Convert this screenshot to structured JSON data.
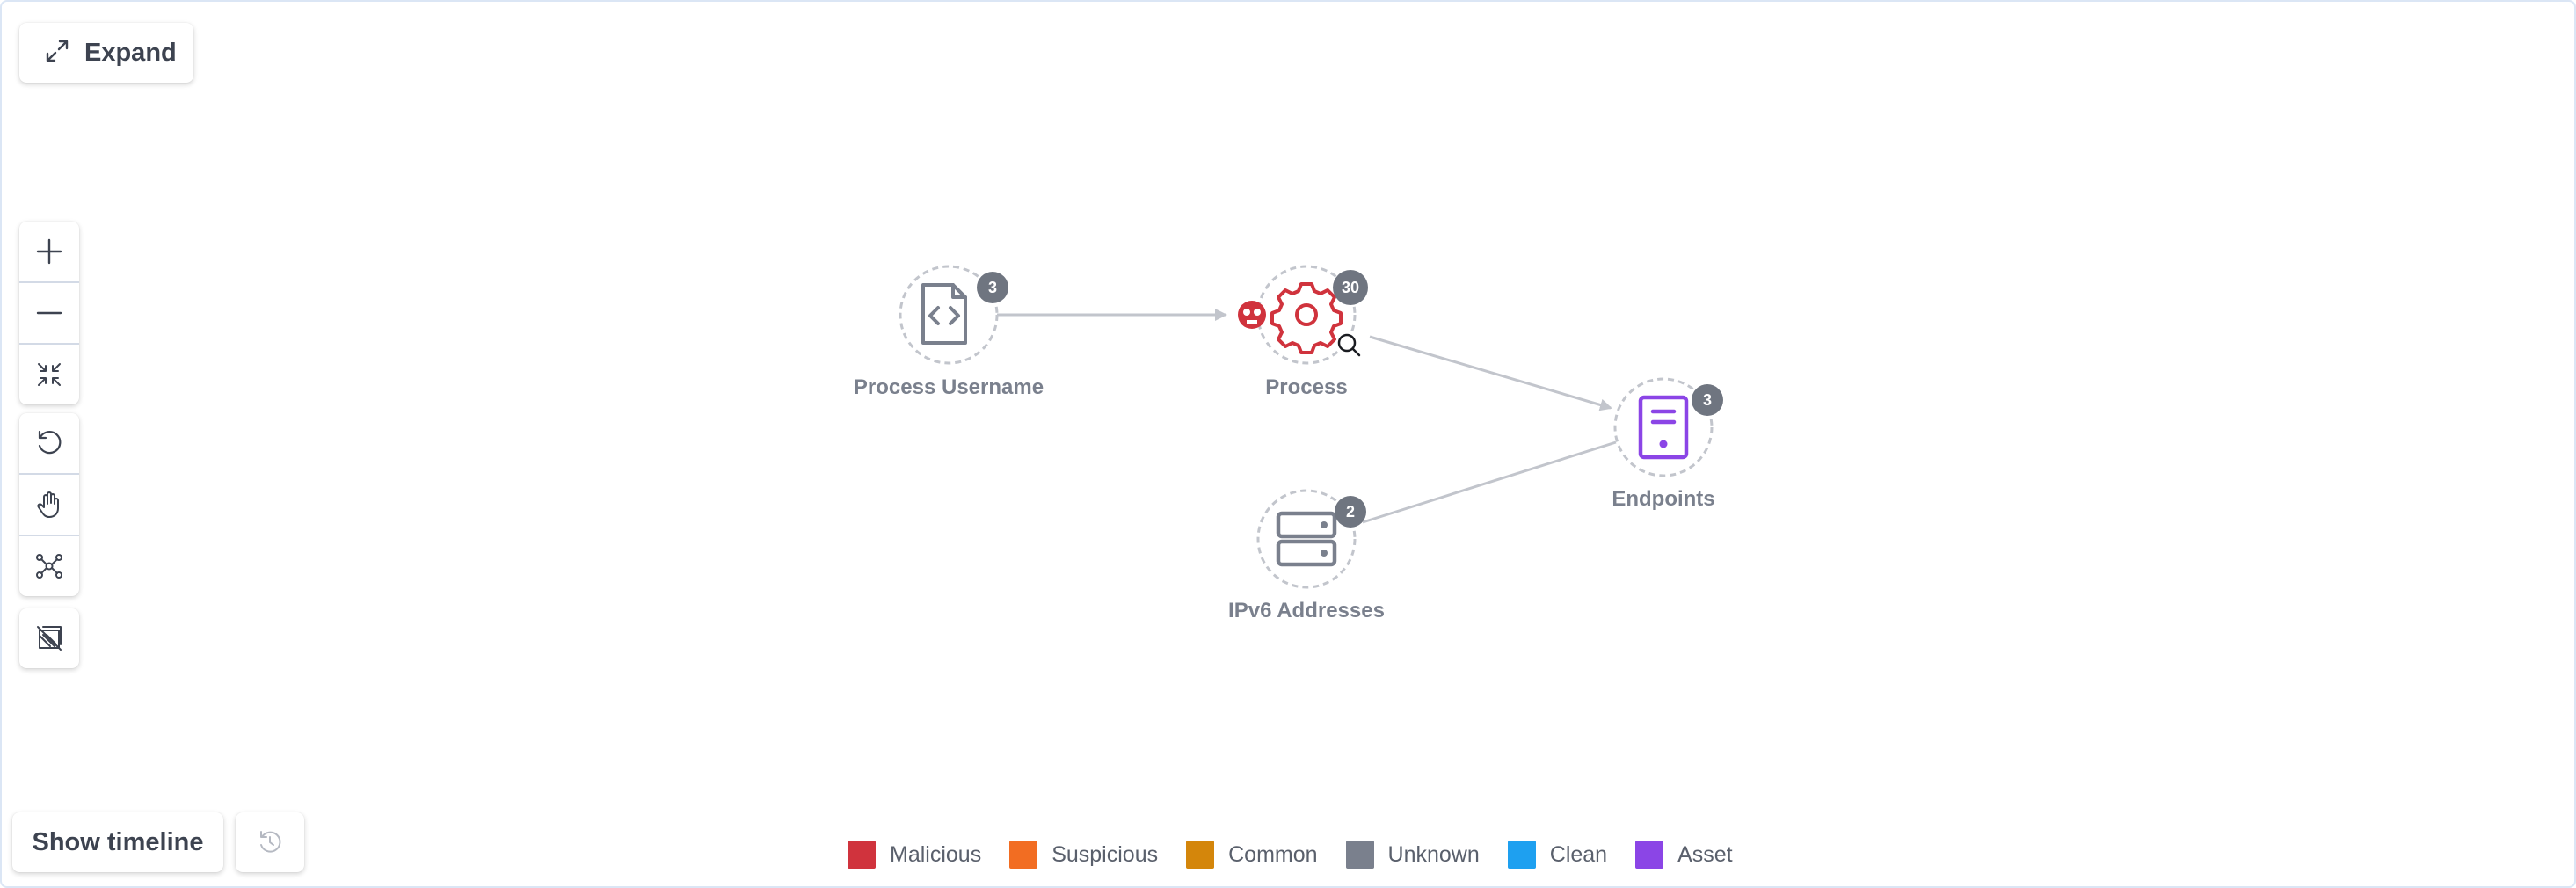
{
  "toolbar": {
    "expand_label": "Expand",
    "show_timeline_label": "Show timeline"
  },
  "graph": {
    "nodes": [
      {
        "id": "process-username",
        "label": "Process Username",
        "badge": "3",
        "icon": "code-file-icon",
        "color": "#7a808d"
      },
      {
        "id": "process",
        "label": "Process",
        "badge": "30",
        "icon": "gear-icon",
        "color": "#d0333d",
        "flag_icon": "skull-icon",
        "search_icon": "magnifier-icon"
      },
      {
        "id": "endpoints",
        "label": "Endpoints",
        "badge": "3",
        "icon": "server-tower-icon",
        "color": "#8b45e6"
      },
      {
        "id": "ipv6-addresses",
        "label": "IPv6 Addresses",
        "badge": "2",
        "icon": "server-rack-icon",
        "color": "#7a808d"
      }
    ],
    "edges": [
      {
        "from": "process-username",
        "to": "process"
      },
      {
        "from": "process",
        "to": "endpoints"
      },
      {
        "from": "ipv6-addresses",
        "to": "endpoints"
      }
    ]
  },
  "legend": [
    {
      "label": "Malicious",
      "color": "#d0333d"
    },
    {
      "label": "Suspicious",
      "color": "#f26d22"
    },
    {
      "label": "Common",
      "color": "#d4860b"
    },
    {
      "label": "Unknown",
      "color": "#7a808d"
    },
    {
      "label": "Clean",
      "color": "#1ea0f0"
    },
    {
      "label": "Asset",
      "color": "#8b45e6"
    }
  ]
}
